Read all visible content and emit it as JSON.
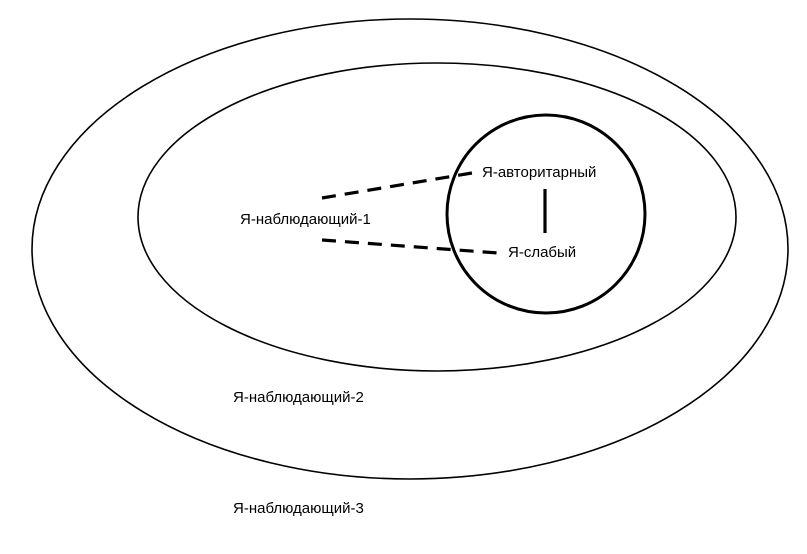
{
  "diagram": {
    "observer_1": "Я-наблюдающий-1",
    "observer_2": "Я-наблюдающий-2",
    "observer_3": "Я-наблюдающий-3",
    "authoritarian": "Я-авторитарный",
    "weak": "Я-слабый"
  },
  "colors": {
    "stroke": "#000000",
    "background": "#ffffff"
  }
}
